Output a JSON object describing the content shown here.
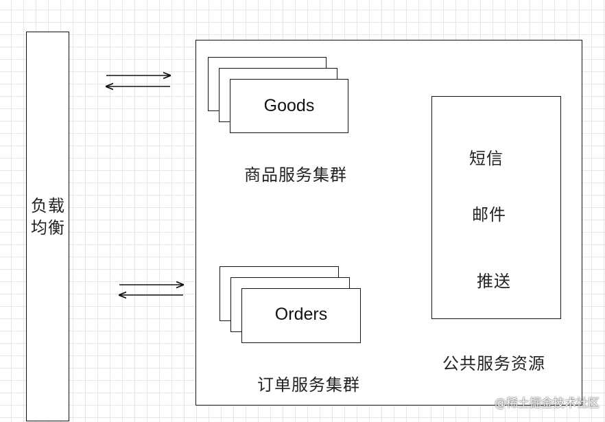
{
  "load_balancer": {
    "label": "负载\n均衡"
  },
  "goods_cluster": {
    "card_label": "Goods",
    "caption": "商品服务集群"
  },
  "orders_cluster": {
    "card_label": "Orders",
    "caption": "订单服务集群"
  },
  "public_resources": {
    "items": [
      "短信",
      "邮件",
      "推送"
    ],
    "caption": "公共服务资源"
  },
  "watermark": "@稀土掘金技术社区"
}
